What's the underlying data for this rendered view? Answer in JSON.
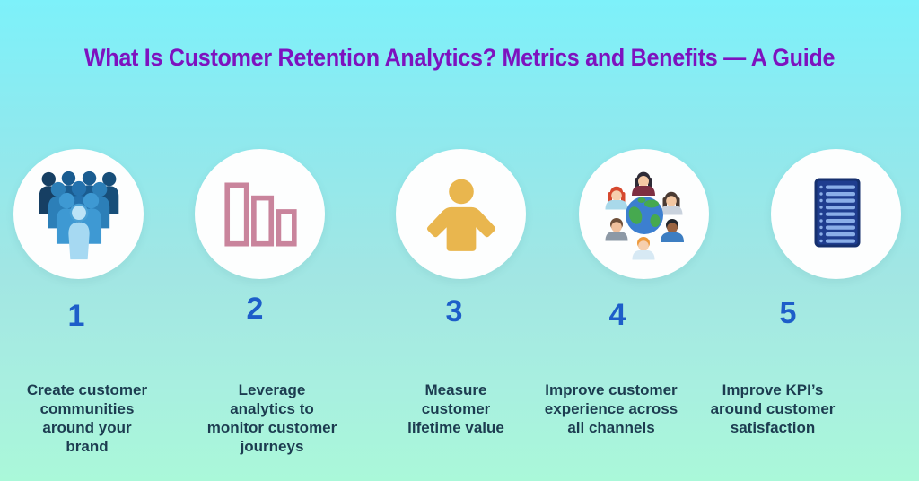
{
  "title": "What Is Customer Retention Analytics? Metrics and Benefits — A Guide",
  "colors": {
    "title_text": "#7d12bf",
    "step_number": "#1d5ec9",
    "step_label": "#1c3c50",
    "background_top": "#7df1fa",
    "background_bottom": "#aaf8d9",
    "circle_background": "#fdfefe",
    "bar_chart_outline": "#c9849c",
    "person_gold": "#e9b64e",
    "notebook_navy": "#1d3a7e"
  },
  "steps": [
    {
      "number": "1",
      "icon": "crowd-icon",
      "label": "Create customer\ncommunities\naround your\nbrand"
    },
    {
      "number": "2",
      "icon": "bar-chart-icon",
      "label": "Leverage\nanalytics to\nmonitor customer\njourneys"
    },
    {
      "number": "3",
      "icon": "person-icon",
      "label": "Measure\ncustomer\nlifetime value"
    },
    {
      "number": "4",
      "icon": "global-customers-icon",
      "label": "Improve customer\nexperience across\nall channels"
    },
    {
      "number": "5",
      "icon": "notebook-icon",
      "label": "Improve KPI’s\naround customer\nsatisfaction"
    }
  ]
}
